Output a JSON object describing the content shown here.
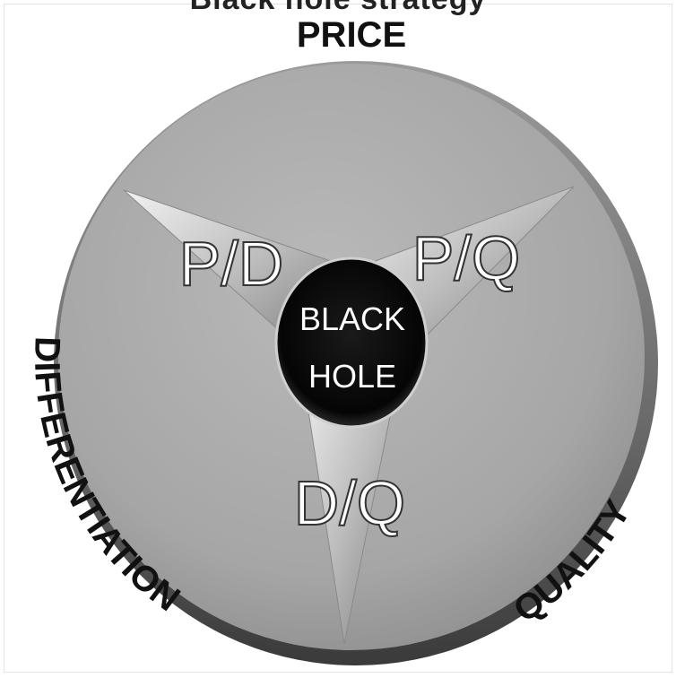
{
  "top_clipped_text": "Black hole strategy",
  "labels": {
    "price": "PRICE",
    "differentiation": "DIFFERENTIATION",
    "quality": "QUALITY",
    "pd": "P/D",
    "pq": "P/Q",
    "dq": "D/Q",
    "center_line1": "BLACK",
    "center_line2": "HOLE"
  },
  "colors": {
    "disc": "#a8a8a8",
    "disc_edge": "#6e6e6e",
    "center": "#0a0a0a",
    "label_outer": "#111111",
    "label_inner": "#ffffff"
  }
}
